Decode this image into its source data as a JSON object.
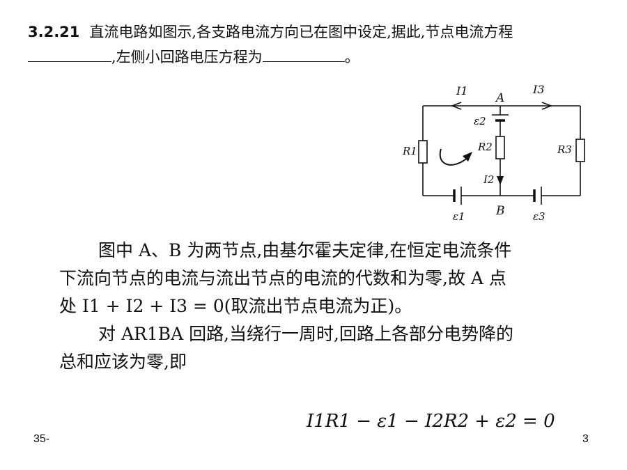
{
  "problem": {
    "number": "3.2.21",
    "text_1": "直流电路如图示,各支路电流方向已在图中设定,据此,节点电流方程",
    "text_2": ",左侧小回路电压方程为",
    "text_3": "。"
  },
  "circuit": {
    "label_I1": "I1",
    "label_A": "A",
    "label_I3": "I3",
    "label_e2": "ε2",
    "label_R1": "R1",
    "label_R2": "R2",
    "label_R3": "R3",
    "label_I2": "I2",
    "label_e1": "ε1",
    "label_B": "B",
    "label_e3": "ε3"
  },
  "solution": {
    "paragraph_1": "图中 A、B 为两节点,由基尔霍夫定律,在恒定电流条件下流向节点的电流与流出节点的电流的代数和为零,故 A 点处 I1 + I2 + I3 = 0(取流出节点电流为正)。",
    "paragraph_2": "对 AR1BA 回路,当绕行一周时,回路上各部分电势降的总和应该为零,即",
    "equation": "I1R1 − ε1 − I2R2 + ε2 = 0"
  },
  "footer": {
    "left": "35-",
    "right": "3"
  }
}
